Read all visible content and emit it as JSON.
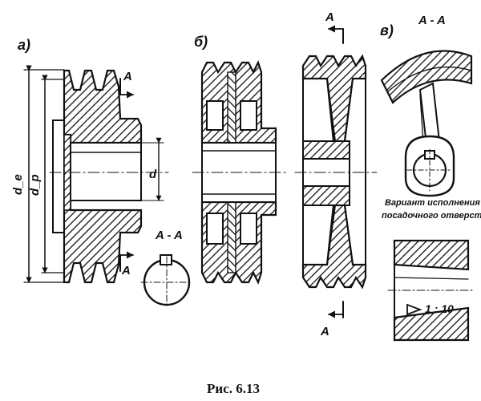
{
  "figure": {
    "caption": "Рис. 6.13",
    "views": {
      "a": {
        "label": "а)",
        "dim_dc": "d_e",
        "dim_dp": "d_p",
        "dim_d": "d",
        "section_top": "A",
        "section_bottom": "A",
        "section_title": "A - A"
      },
      "b": {
        "label": "б)",
        "section_top": "A",
        "section_bottom": "A"
      },
      "v": {
        "label": "в)",
        "section_title": "A - A",
        "note_line1": "Вариант исполнения",
        "note_line2": "посадочного отверстия",
        "taper": "1 : 10"
      }
    }
  }
}
